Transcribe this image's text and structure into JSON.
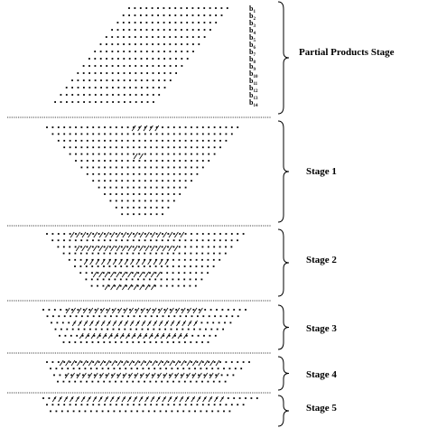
{
  "stages": [
    {
      "label": "Partial Products Stage"
    },
    {
      "label": "Stage 1"
    },
    {
      "label": "Stage 2"
    },
    {
      "label": "Stage 3"
    },
    {
      "label": "Stage 4"
    },
    {
      "label": "Stage 5"
    }
  ],
  "operand_labels": [
    "b",
    "b",
    "b",
    "b",
    "b",
    "b",
    "b",
    "b",
    "b",
    "b",
    "b",
    "b",
    "b",
    "b"
  ],
  "operand_subscripts": [
    "1",
    "2",
    "3",
    "4",
    "5",
    "6",
    "7",
    "8",
    "9",
    "10",
    "11",
    "12",
    "13",
    "14"
  ],
  "colors": {
    "ink": "#000000",
    "background": "#ffffff"
  }
}
